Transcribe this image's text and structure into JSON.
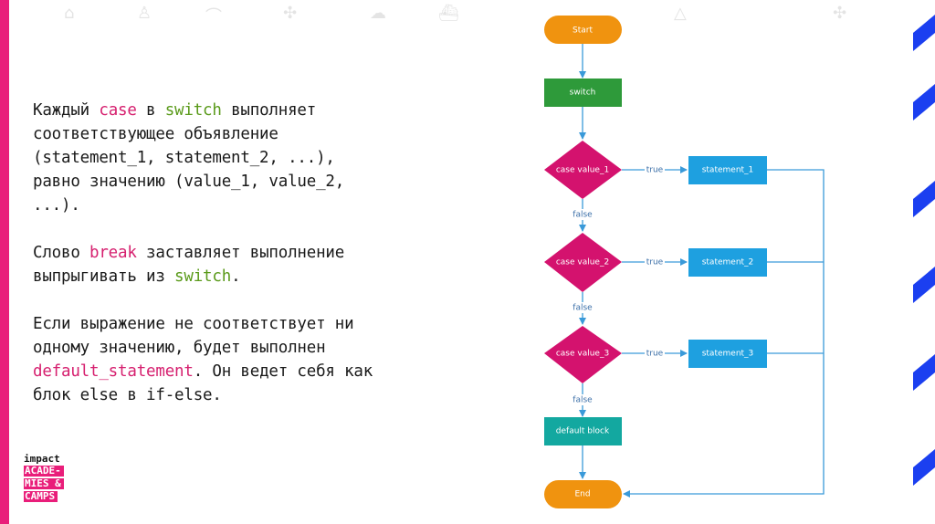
{
  "colors": {
    "accent_pink": "#e91e7a",
    "keyword_pink": "#d6206f",
    "keyword_green": "#5a9a1a",
    "stripe_blue": "#1b3ff0",
    "terminal_orange": "#f0930f",
    "switch_green": "#2e9a3a",
    "decision_magenta": "#d4126e",
    "statement_blue": "#1ea0e0",
    "default_teal": "#13a8a0",
    "edge_blue": "#3a9ad9"
  },
  "text": {
    "p1": {
      "t1": "Каждый ",
      "k1": "case",
      "t2": " в ",
      "k2": "switch",
      "t3": " выполняет\nсоответствующее объявление\n(statement_1, statement_2, ...),\nравно значению (value_1, value_2,\n...)."
    },
    "p2": {
      "t1": "Слово ",
      "k1": "break",
      "t2": " заставляет выполнение\nвыпрыгивать из ",
      "k2": "switch",
      "t3": "."
    },
    "p3": {
      "t1": "Если выражение не соответствует ни\nодному значению, будет выполнен\n",
      "k1": "default_statement",
      "t2": ". Он ведет себя как\nблок else в if-else."
    }
  },
  "logo": {
    "line1": "impact",
    "line2": "ACADE-",
    "line3": "MIES &",
    "line4": "CAMPS"
  },
  "flowchart": {
    "start": "Start",
    "switch": "switch",
    "cases": [
      {
        "label": "case value_1",
        "statement": "statement_1"
      },
      {
        "label": "case value_2",
        "statement": "statement_2"
      },
      {
        "label": "case value_3",
        "statement": "statement_3"
      }
    ],
    "default": "default block",
    "end": "End",
    "true_label": "true",
    "false_label": "false"
  }
}
